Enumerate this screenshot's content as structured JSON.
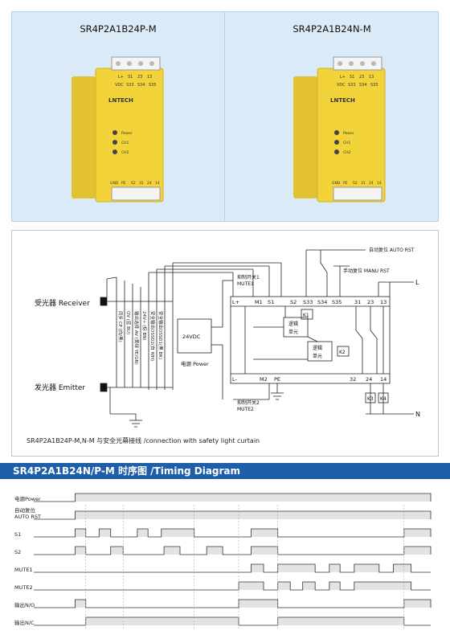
{
  "products": [
    {
      "model": "SR4P2A1B24P-M",
      "brand": "LNTECH",
      "leds": [
        "Power",
        "CH1",
        "CH2"
      ],
      "top_terminals": [
        "L+",
        "S1",
        "23",
        "13",
        "VDC",
        "S33",
        "S34",
        "S35"
      ],
      "bottom_terminals": [
        "GND",
        "PE",
        "S2",
        "31",
        "24",
        "14"
      ]
    },
    {
      "model": "SR4P2A1B24N-M",
      "brand": "LNTECH",
      "leds": [
        "Power",
        "CH1",
        "CH2"
      ],
      "top_terminals": [
        "L+",
        "S1",
        "23",
        "13",
        "VDC",
        "S33",
        "S34",
        "S35"
      ],
      "bottom_terminals": [
        "GND",
        "PE",
        "S2",
        "31",
        "24",
        "14"
      ]
    }
  ],
  "wiring": {
    "caption": "SR4P2A1B24P-M,N-M 与安全光幕接线 /connection with safety light curtain",
    "receiver": "受光器  Receiver",
    "emitter": "发光器  Emitter",
    "wires": [
      "安全输出OSSD1(黑 BK)",
      "安全输出OSSD2(白 WH)",
      "24V+ (棕 BN)",
      "输出选择 AV (黄绿 YE/GN)",
      "OV (蓝 BU)",
      "同步 CP (白/黑)"
    ],
    "power_label": "电源 Power",
    "power_voltage": "24VDC",
    "mute1": "抑制开关1",
    "mute1_en": "MUTE1",
    "mute2": "抑制开关2",
    "mute2_en": "MUTE2",
    "auto_rst": "自动复位 AUTO RST",
    "manu_rst": "手动复位 MANU RST",
    "logic": "逻辑",
    "unit": "单元",
    "terminals_top": [
      "L+",
      "M1",
      "S1",
      "S2",
      "S33",
      "S34",
      "S35",
      "31",
      "23",
      "13"
    ],
    "terminals_bottom": [
      "L-",
      "M2",
      "PE",
      "32",
      "24",
      "14"
    ],
    "relays": [
      "K1",
      "K2",
      "K3",
      "K4"
    ],
    "line_L": "L",
    "line_N": "N"
  },
  "timing": {
    "title": "SR4P2A1B24N/P-M 时序图 /Timing Diagram",
    "signals": [
      {
        "name": "电源Power",
        "segments": [
          [
            70,
            470
          ]
        ]
      },
      {
        "name": "自动复位\nAUTO RST",
        "segments": [
          [
            70,
            470
          ]
        ]
      },
      {
        "name": "S1",
        "segments": [
          [
            70,
            82
          ],
          [
            97,
            110
          ],
          [
            140,
            152
          ],
          [
            167,
            204
          ],
          [
            268,
            298
          ],
          [
            440,
            470
          ]
        ]
      },
      {
        "name": "S2",
        "segments": [
          [
            70,
            82
          ],
          [
            110,
            124
          ],
          [
            170,
            188
          ],
          [
            218,
            236
          ],
          [
            268,
            298
          ],
          [
            440,
            470
          ]
        ]
      },
      {
        "name": "MUTE1",
        "segments": [
          [
            268,
            282
          ],
          [
            298,
            340
          ],
          [
            356,
            368
          ],
          [
            384,
            412
          ],
          [
            428,
            448
          ]
        ]
      },
      {
        "name": "MUTE2",
        "segments": [
          [
            254,
            282
          ],
          [
            298,
            312
          ],
          [
            326,
            340
          ],
          [
            356,
            368
          ],
          [
            384,
            448
          ]
        ]
      },
      {
        "name": "输出N/O",
        "segments": [
          [
            70,
            82
          ],
          [
            254,
            298
          ],
          [
            440,
            470
          ]
        ]
      },
      {
        "name": "输出N/C",
        "segments": [
          [
            82,
            254
          ],
          [
            298,
            440
          ]
        ]
      }
    ]
  },
  "colors": {
    "product_bg": "#dbeaf7",
    "relay_yellow": "#f2d43a",
    "header_blue": "#1f5ea8",
    "pulse": "#e3e3e3"
  }
}
